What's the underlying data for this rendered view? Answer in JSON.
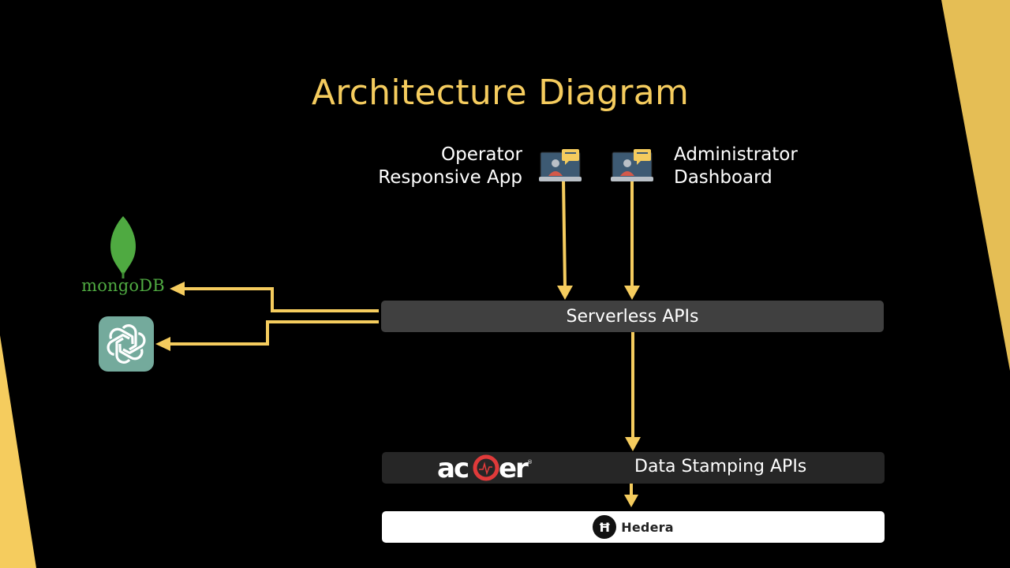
{
  "slide": {
    "title": "Architecture Diagram",
    "accent_color": "#F5CC5E",
    "background": "#000000"
  },
  "clients": [
    {
      "lines": [
        "Operator",
        "Responsive App"
      ],
      "icon": "laptop-user-chat-icon"
    },
    {
      "lines": [
        "Administrator",
        "Dashboard"
      ],
      "icon": "laptop-user-chat-icon"
    }
  ],
  "services": {
    "serverless": "Serverless APIs",
    "stamping": "Data Stamping APIs",
    "stamping_logo": "acoer",
    "ledger_logo": "Hedera",
    "ledger_mark": "Ħ"
  },
  "datastores": {
    "database": "mongoDB",
    "ai": "openai-logo-icon"
  }
}
